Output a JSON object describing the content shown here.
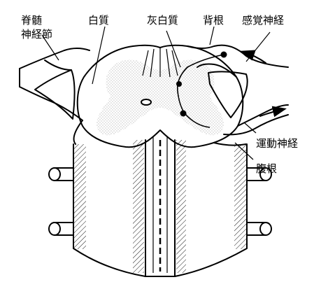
{
  "labels": {
    "spinal_ganglion_line1": "脊髄",
    "spinal_ganglion_line2": "神経節",
    "gray_matter": "白質",
    "white_matter": "灰白質",
    "dorsal_root": "背根",
    "sensory_nerve": "感覚神経",
    "motor_nerve": "運動神経",
    "ventral_root": "腹根"
  },
  "colors": {
    "ink": "#000000",
    "background": "#ffffff",
    "stipple": "#9a9a9a"
  }
}
